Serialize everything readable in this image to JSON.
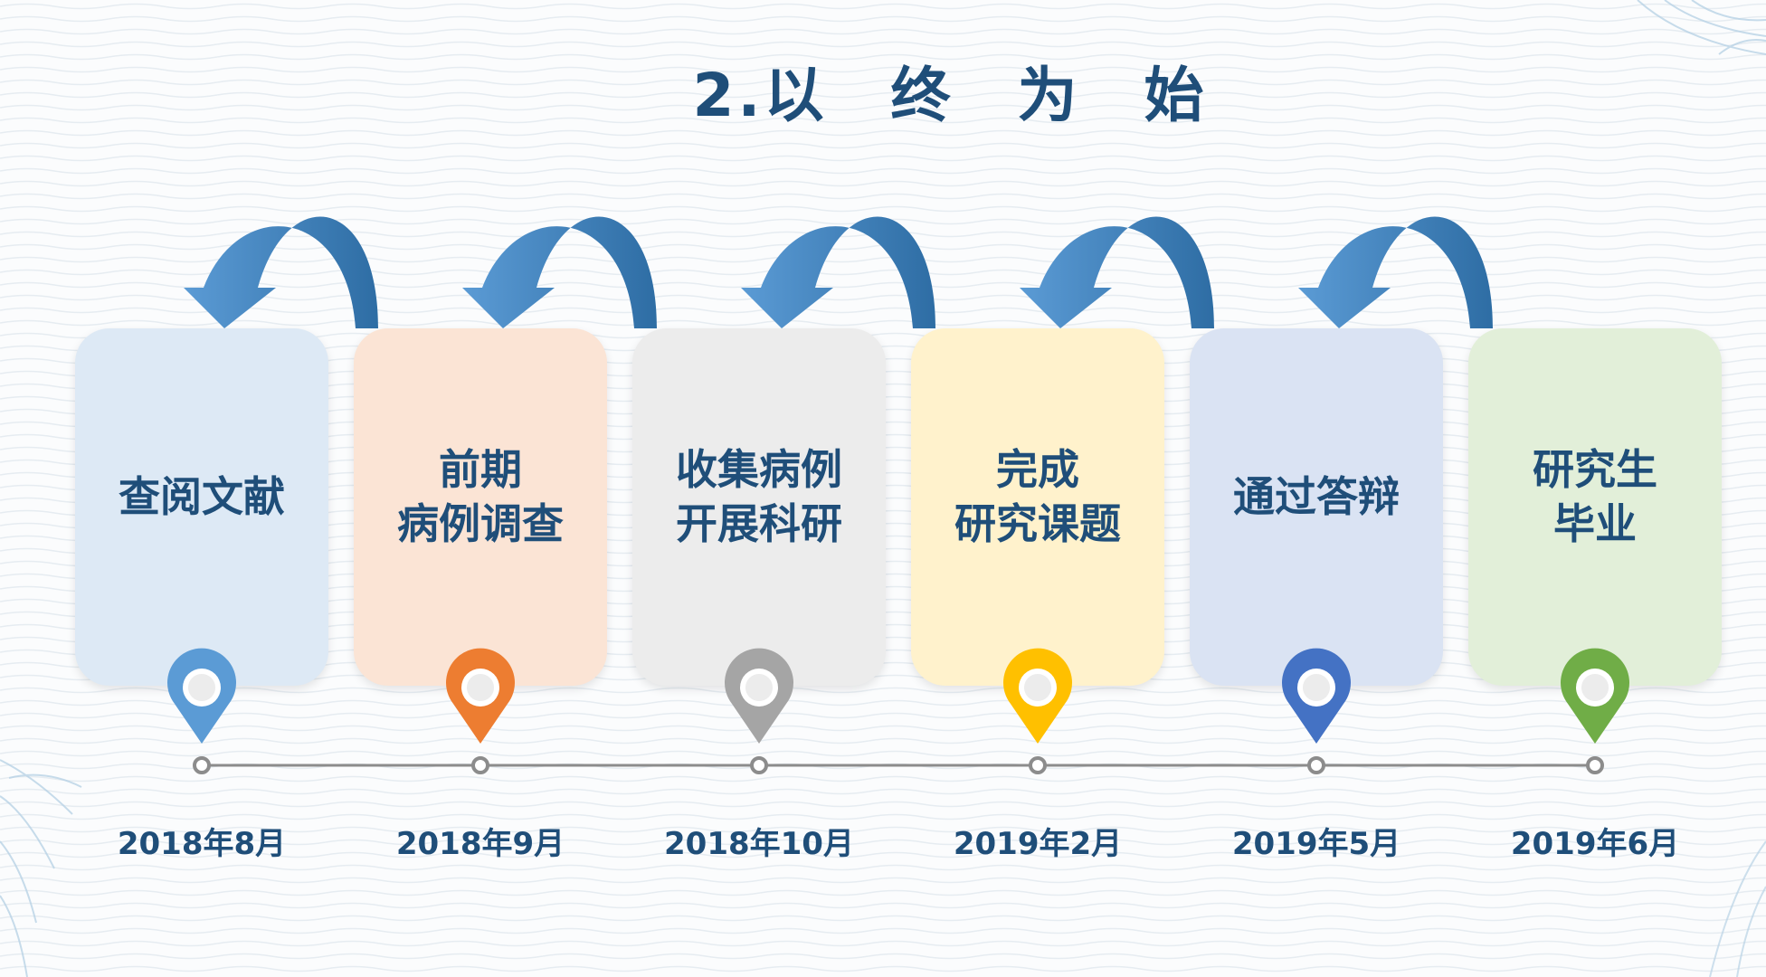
{
  "title": "2.以　终　为　始",
  "steps": [
    {
      "label": "查阅文献",
      "date": "2018年8月",
      "card_color": "#dde9f5",
      "pin_color": "#5b9bd5"
    },
    {
      "label": "前期\n病例调查",
      "date": "2018年9月",
      "card_color": "#fbe4d5",
      "pin_color": "#ed7d31"
    },
    {
      "label": "收集病例\n开展科研",
      "date": "2018年10月",
      "card_color": "#ececec",
      "pin_color": "#a5a5a5"
    },
    {
      "label": "完成\n研究课题",
      "date": "2019年2月",
      "card_color": "#fff2cc",
      "pin_color": "#ffc000"
    },
    {
      "label": "通过答辩",
      "date": "2019年5月",
      "card_color": "#dae3f3",
      "pin_color": "#4472c4"
    },
    {
      "label": "研究生\n毕业",
      "date": "2019年6月",
      "card_color": "#e2efd9",
      "pin_color": "#70ad47"
    }
  ],
  "colors": {
    "title": "#1f4e79",
    "arrow_light": "#5b9bd5",
    "arrow_dark": "#2e6da4",
    "timeline": "#8c8c8c"
  }
}
